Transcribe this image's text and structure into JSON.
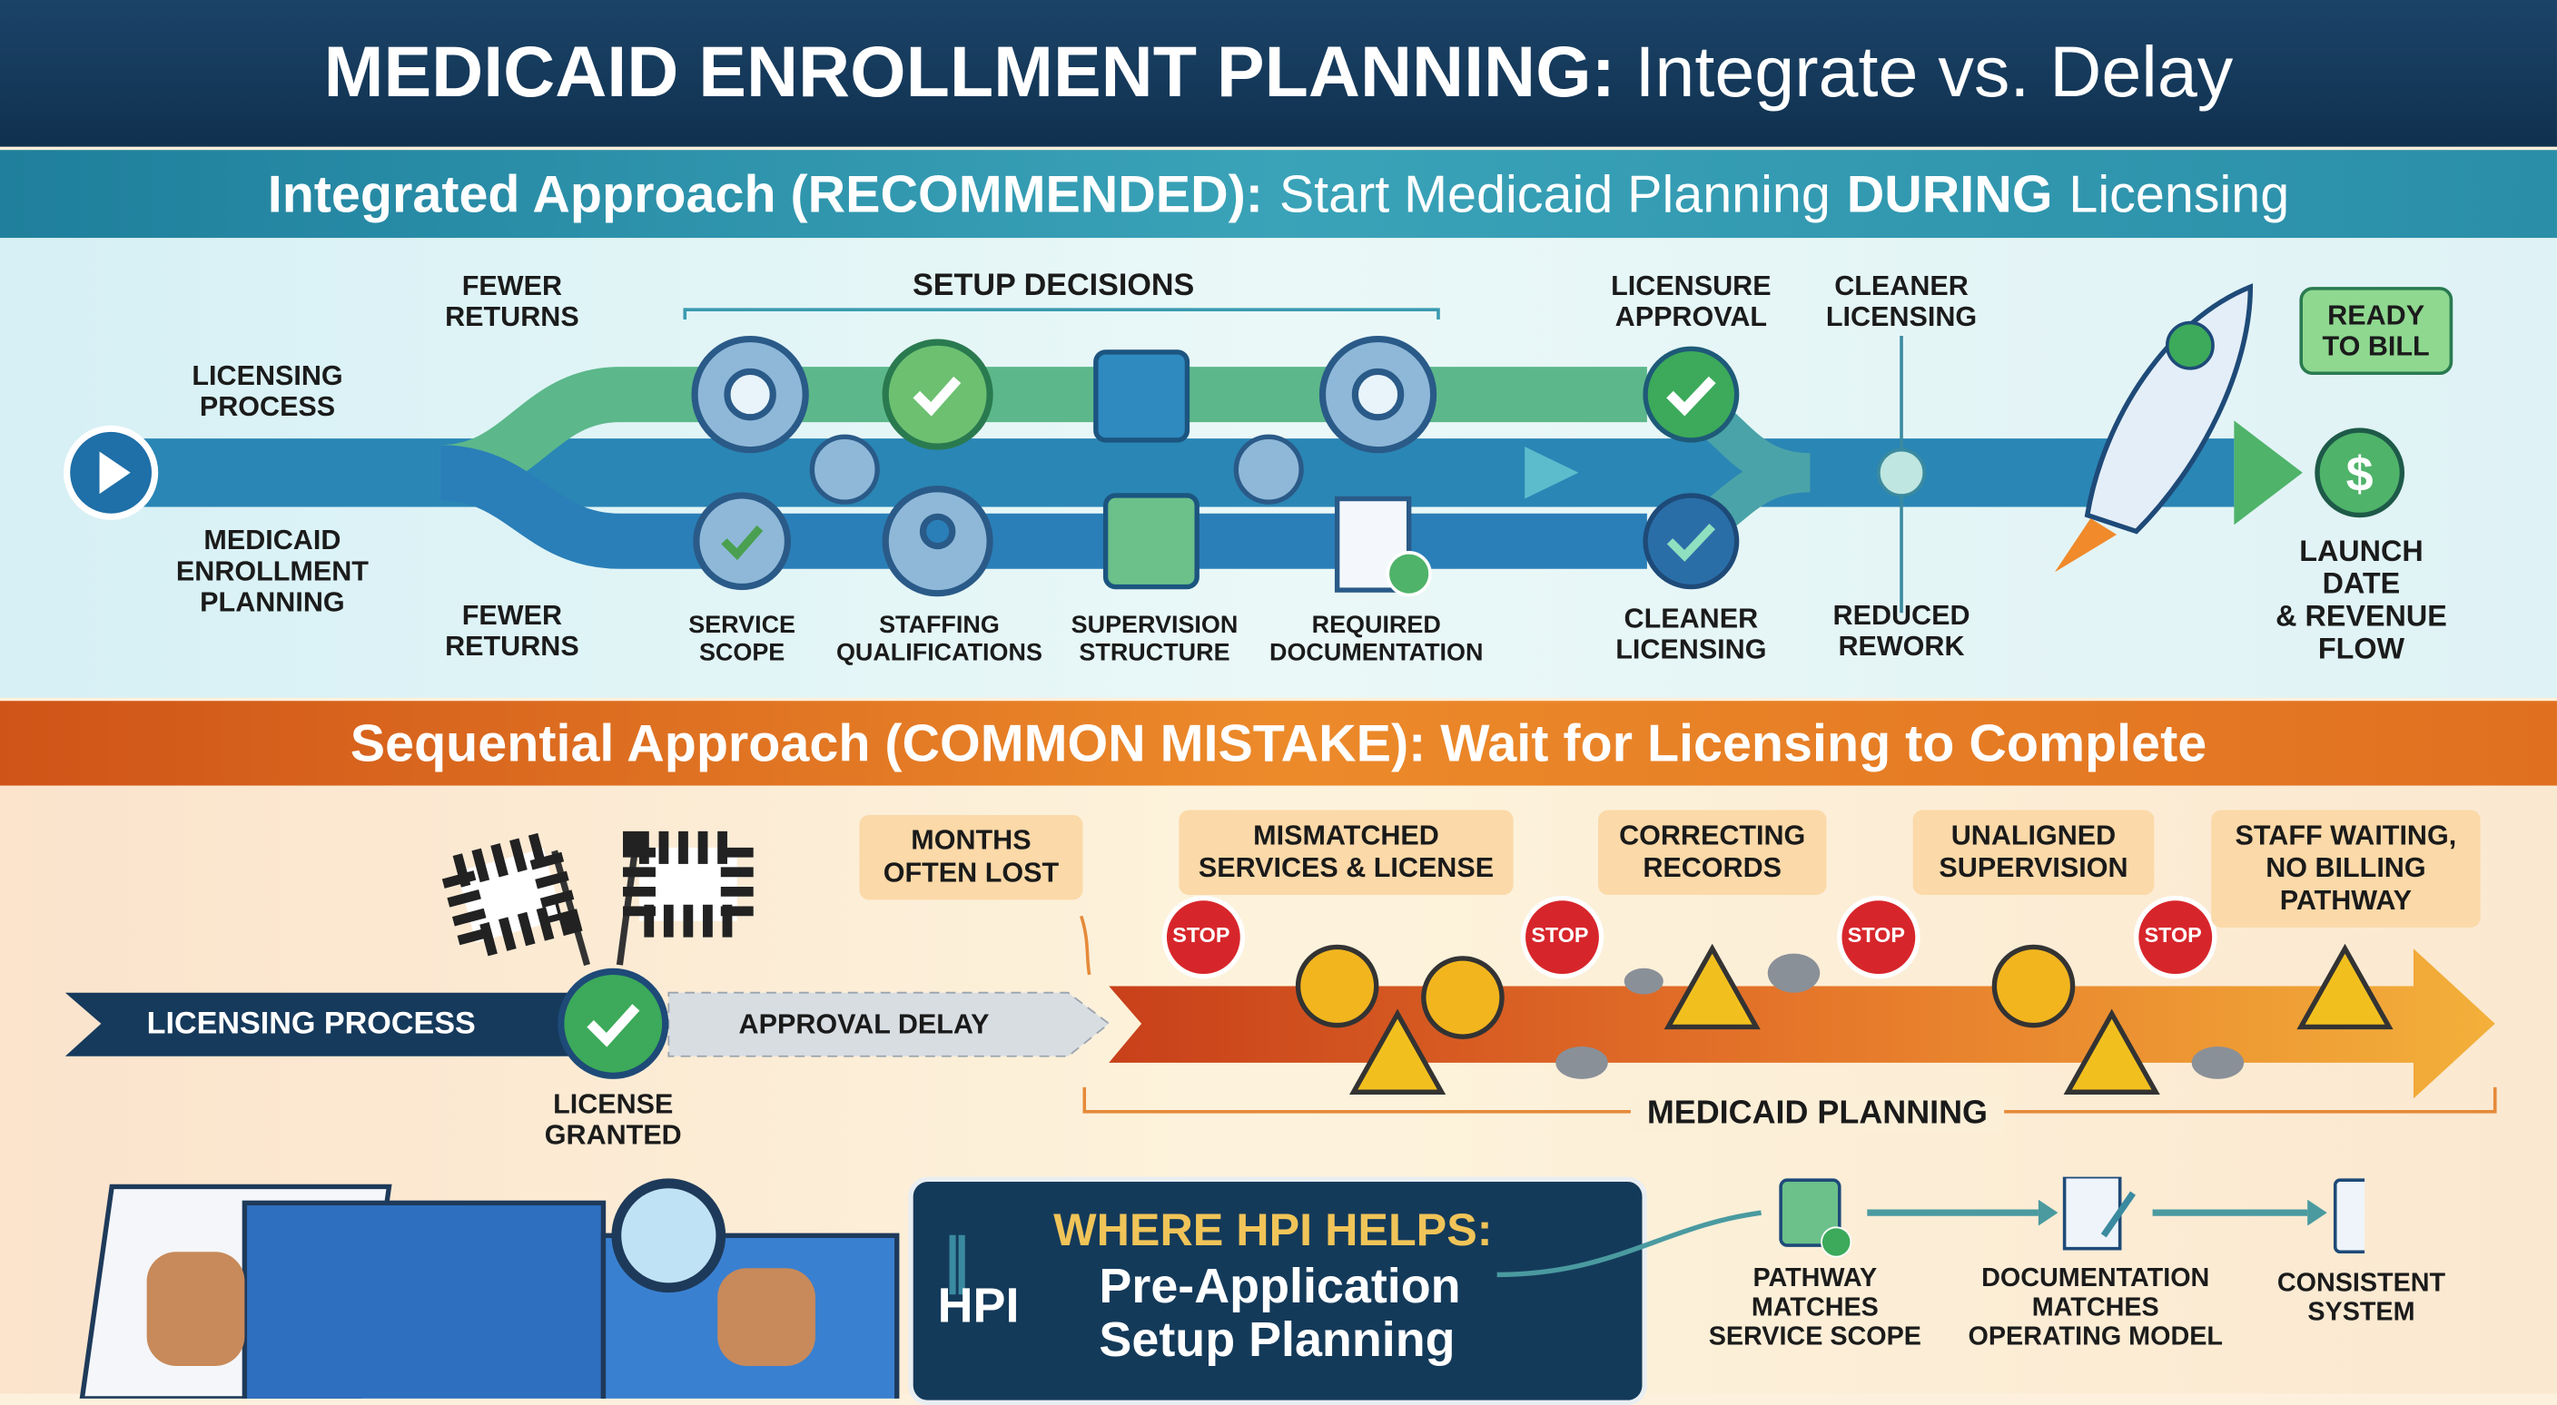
{
  "title": {
    "bold": "MEDICAID ENROLLMENT PLANNING:",
    "normal": "Integrate vs. Delay"
  },
  "integrated": {
    "banner": {
      "p1": "Integrated Approach (RECOMMENDED):",
      "p2": "Start Medicaid Planning",
      "p3": "DURING",
      "p4": "Licensing"
    },
    "tracks": {
      "top": "LICENSING\nPROCESS",
      "bottom": "MEDICAID\nENROLLMENT\nPLANNING"
    },
    "fewer_returns_top": "FEWER\nRETURNS",
    "fewer_returns_bottom": "FEWER\nRETURNS",
    "setup_decisions": "SETUP DECISIONS",
    "decisions": [
      "SERVICE\nSCOPE",
      "STAFFING\nQUALIFICATIONS",
      "SUPERVISION\nSTRUCTURE",
      "REQUIRED\nDOCUMENTATION"
    ],
    "licensure_approval": "LICENSURE\nAPPROVAL",
    "cleaner_licensing_top": "CLEANER\nLICENSING",
    "cleaner_licensing_bottom": "CLEANER\nLICENSING",
    "reduced_rework": "REDUCED\nREWORK",
    "ready_to_bill": "READY\nTO BILL",
    "launch": "LAUNCH DATE\n& REVENUE FLOW",
    "colors": {
      "green": "#4fb36a",
      "blue": "#2a7fb8",
      "teal": "#3aa3b8"
    }
  },
  "sequential": {
    "banner": "Sequential Approach (COMMON MISTAKE): Wait for Licensing to Complete",
    "licensing_process": "LICENSING PROCESS",
    "license_granted": "LICENSE\nGRANTED",
    "approval_delay": "APPROVAL DELAY",
    "callouts": [
      "MONTHS\nOFTEN LOST",
      "MISMATCHED\nSERVICES & LICENSE",
      "CORRECTING\nRECORDS",
      "UNALIGNED\nSUPERVISION",
      "STAFF WAITING,\nNO BILLING\nPATHWAY"
    ],
    "stop": "STOP",
    "medicaid_planning": "MEDICAID PLANNING",
    "colors": {
      "orange": "#e5762a",
      "navy": "#163a5c",
      "stop": "#d7262b"
    }
  },
  "hpi": {
    "logo": "HPI",
    "heading": "WHERE HPI HELPS:",
    "line1": "Pre-Application",
    "line2": "Setup Planning",
    "steps": [
      "PATHWAY\nMATCHES\nSERVICE SCOPE",
      "DOCUMENTATION\nMATCHES\nOPERATING MODEL",
      "CONSISTENT\nSYSTEM"
    ]
  }
}
